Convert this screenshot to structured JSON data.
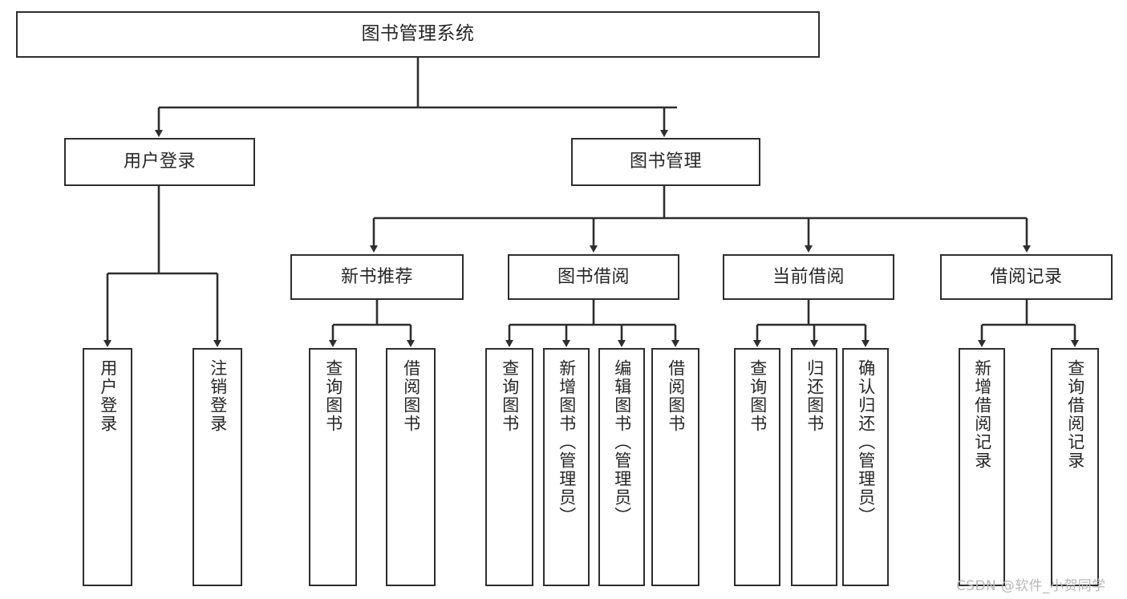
{
  "diagram": {
    "title": "图书管理系统",
    "type": "tree-hierarchy-chart",
    "orientation": "top-down",
    "colors": {
      "border": "#2e2e2e",
      "node_fill": "#ffffff",
      "text": "#262626",
      "edge": "#2e2e2e",
      "background": "#ffffff",
      "watermark": "#b9b9b9"
    }
  },
  "nodes": {
    "root": {
      "label": "图书管理系统"
    },
    "level1": [
      {
        "id": "user-login",
        "label": "用户登录"
      },
      {
        "id": "book-manage",
        "label": "图书管理"
      }
    ],
    "level2": [
      {
        "id": "new-book-recommend",
        "label": "新书推荐"
      },
      {
        "id": "book-borrow",
        "label": "图书借阅"
      },
      {
        "id": "current-borrow",
        "label": "当前借阅"
      },
      {
        "id": "borrow-record",
        "label": "借阅记录"
      }
    ],
    "leaves": {
      "user_login": [
        {
          "id": "leaf-user-login",
          "label": "用户登录"
        },
        {
          "id": "leaf-logout-login",
          "label": "注销登录"
        }
      ],
      "new_book_recommend": [
        {
          "id": "leaf-query-book-1",
          "label": "查询图书"
        },
        {
          "id": "leaf-borrow-book-1",
          "label": "借阅图书"
        }
      ],
      "book_borrow": [
        {
          "id": "leaf-query-book-2",
          "label": "查询图书"
        },
        {
          "id": "leaf-add-book",
          "label": "新增图书（管理员）"
        },
        {
          "id": "leaf-edit-book",
          "label": "编辑图书（管理员）"
        },
        {
          "id": "leaf-borrow-book-2",
          "label": "借阅图书"
        }
      ],
      "current_borrow": [
        {
          "id": "leaf-query-book-3",
          "label": "查询图书"
        },
        {
          "id": "leaf-return-book",
          "label": "归还图书"
        },
        {
          "id": "leaf-confirm-return",
          "label": "确认归还（管理员）"
        }
      ],
      "borrow_record": [
        {
          "id": "leaf-add-record",
          "label": "新增借阅记录"
        },
        {
          "id": "leaf-query-record",
          "label": "查询借阅记录"
        }
      ]
    }
  },
  "watermark": {
    "text": "CSDN @软件_小贺同学"
  }
}
